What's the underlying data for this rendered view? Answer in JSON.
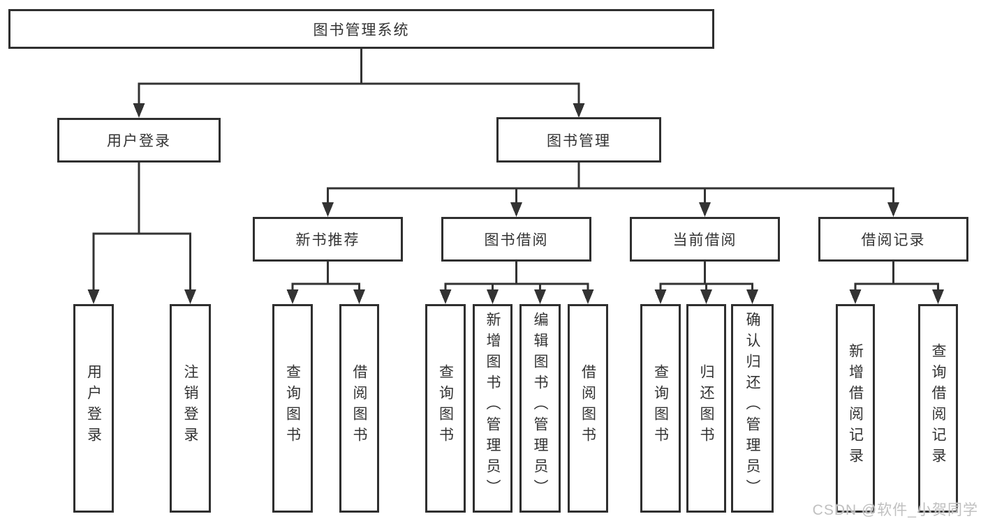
{
  "diagram": {
    "type": "hierarchy-tree",
    "orientation": "top-down"
  },
  "tree": {
    "label": "图书管理系统",
    "children": [
      {
        "label": "用户登录",
        "children": [
          {
            "label": "用户登录"
          },
          {
            "label": "注销登录"
          }
        ]
      },
      {
        "label": "图书管理",
        "children": [
          {
            "label": "新书推荐",
            "children": [
              {
                "label": "查询图书"
              },
              {
                "label": "借阅图书"
              }
            ]
          },
          {
            "label": "图书借阅",
            "children": [
              {
                "label": "查询图书"
              },
              {
                "label": "新增图书（管理员）"
              },
              {
                "label": "编辑图书（管理员）"
              },
              {
                "label": "借阅图书"
              }
            ]
          },
          {
            "label": "当前借阅",
            "children": [
              {
                "label": "查询图书"
              },
              {
                "label": "归还图书"
              },
              {
                "label": "确认归还（管理员）"
              }
            ]
          },
          {
            "label": "借阅记录",
            "children": [
              {
                "label": "新增借阅记录"
              },
              {
                "label": "查询借阅记录"
              }
            ]
          }
        ]
      }
    ]
  },
  "watermark": {
    "text": "CSDN @软件_小贺同学"
  },
  "colors": {
    "background": "#ffffff",
    "box_border": "#2f2f2f",
    "connector_line": "#333333",
    "text": "#333333",
    "watermark": "#c0c0c0"
  }
}
